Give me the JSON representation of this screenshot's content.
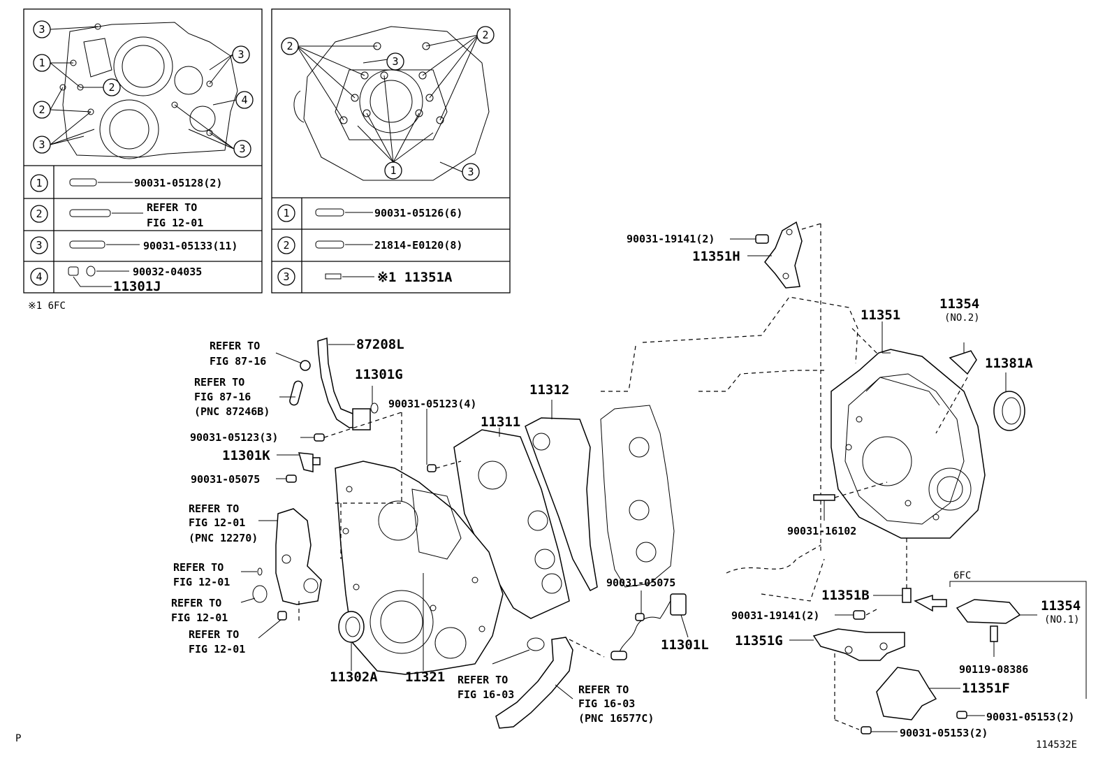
{
  "legend_left": {
    "rows": [
      {
        "num": "1",
        "text": "90031-05128(2)"
      },
      {
        "num": "2",
        "line1": "REFER TO",
        "line2": "FIG 12-01"
      },
      {
        "num": "3",
        "text": "90031-05133(11)"
      },
      {
        "num": "4",
        "text1": "90032-04035",
        "text2": "11301J"
      }
    ],
    "callout_1": "1",
    "callout_2": "2",
    "callout_3": "3",
    "callout_4": "4"
  },
  "legend_right": {
    "rows": [
      {
        "num": "1",
        "text": "90031-05126(6)"
      },
      {
        "num": "2",
        "text": "21814-E0120(8)"
      },
      {
        "num": "3",
        "text": "※1 11351A"
      }
    ]
  },
  "footnote": "※1  6FC",
  "labels": {
    "p_87208L": "87208L",
    "refer_8716_a1": "REFER TO",
    "refer_8716_a2": "FIG 87-16",
    "refer_8716_b1": "REFER TO",
    "refer_8716_b2": "FIG 87-16",
    "refer_8716_b3": "(PNC 87246B)",
    "p_11301G": "11301G",
    "p_90031_05123_3": "90031-05123(3)",
    "p_90031_05123_4": "90031-05123(4)",
    "p_11301K": "11301K",
    "p_90031_05075_a": "90031-05075",
    "refer_1201_a1": "REFER TO",
    "refer_1201_a2": "FIG 12-01",
    "refer_1201_a3": "(PNC 12270)",
    "refer_1201_b1": "REFER TO",
    "refer_1201_b2": "FIG 12-01",
    "refer_1201_c1": "REFER TO",
    "refer_1201_c2": "FIG 12-01",
    "refer_1201_d1": "REFER TO",
    "refer_1201_d2": "FIG 12-01",
    "p_11302A": "11302A",
    "p_11321": "11321",
    "refer_1603_a1": "REFER TO",
    "refer_1603_a2": "FIG 16-03",
    "refer_1603_b1": "REFER TO",
    "refer_1603_b2": "FIG 16-03",
    "refer_1603_b3": "(PNC 16577C)",
    "p_11311": "11311",
    "p_11312": "11312",
    "p_90031_05075_b": "90031-05075",
    "p_11301L": "11301L",
    "p_90031_19141_top": "90031-19141(2)",
    "p_11351H": "11351H",
    "p_11351": "11351",
    "p_11354_no2": "11354",
    "p_11354_no2_sub": "(NO.2)",
    "p_11381A": "11381A",
    "p_90031_16102": "90031-16102",
    "p_11351B": "11351B",
    "p_90031_19141_bot": "90031-19141(2)",
    "p_11351G": "11351G",
    "p_6FC": "6FC",
    "p_11354_no1": "11354",
    "p_11354_no1_sub": "(NO.1)",
    "p_90119_08386": "90119-08386",
    "p_11351F": "11351F",
    "p_90031_05153_a": "90031-05153(2)",
    "p_90031_05153_b": "90031-05153(2)"
  },
  "corner_left": "P",
  "corner_right": "114532E"
}
